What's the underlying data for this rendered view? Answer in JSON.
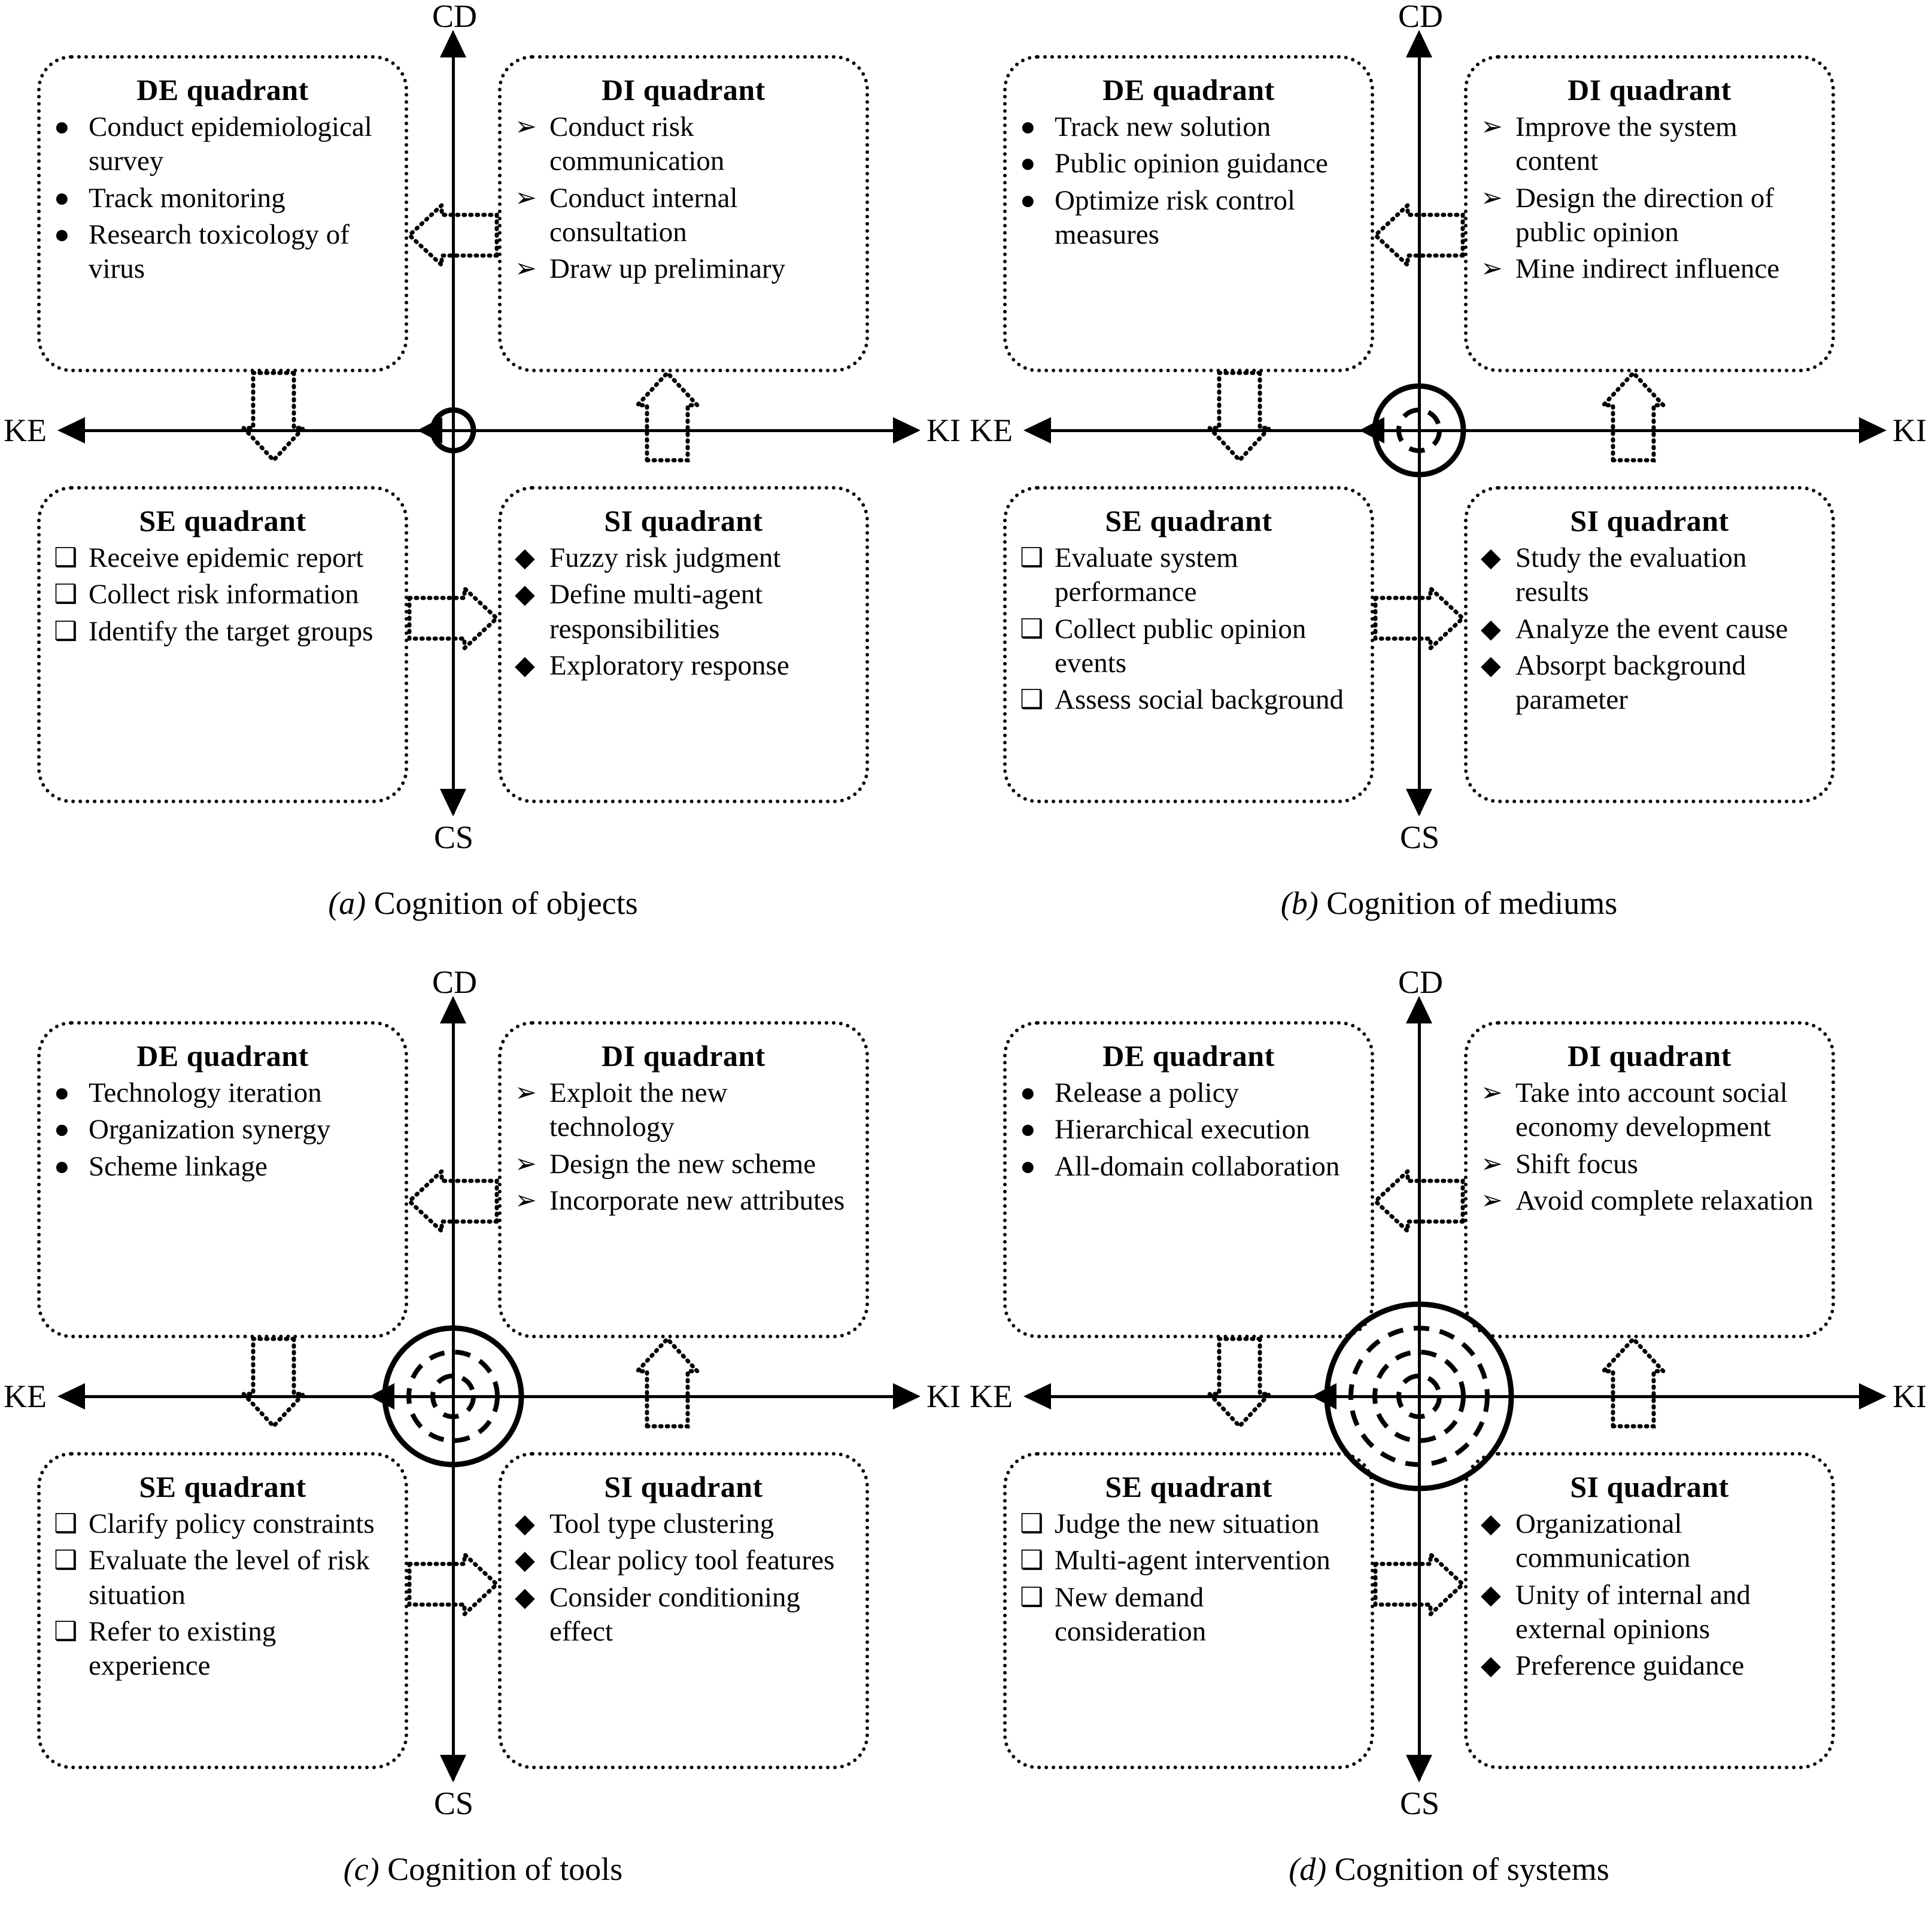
{
  "figure": {
    "axes": {
      "top": "CD",
      "bottom": "CS",
      "left": "KE",
      "right": "KI"
    },
    "quadrant_titles": {
      "de": "DE quadrant",
      "di": "DI quadrant",
      "se": "SE quadrant",
      "si": "SI quadrant"
    },
    "bullets": {
      "de": "●",
      "di": "➢",
      "se": "❑",
      "si": "◆"
    },
    "colors": {
      "stroke": "#000000",
      "background": "#ffffff"
    }
  },
  "panels": [
    {
      "key": "a",
      "caption_index": "(a)",
      "caption_text": " Cognition of objects",
      "origin_rings": 1,
      "quadrants": {
        "de": {
          "title": "DE quadrant",
          "items": [
            "Conduct epidemiological survey",
            "Track monitoring",
            "Research toxicology of virus"
          ]
        },
        "di": {
          "title": "DI quadrant",
          "items": [
            "Conduct risk communication",
            "Conduct internal consultation",
            "Draw up preliminary"
          ]
        },
        "se": {
          "title": "SE quadrant",
          "items": [
            "Receive epidemic report",
            "Collect risk information",
            "Identify the target groups"
          ]
        },
        "si": {
          "title": "SI quadrant",
          "items": [
            "Fuzzy risk judgment",
            "Define multi-agent responsibilities",
            "Exploratory response"
          ]
        }
      }
    },
    {
      "key": "b",
      "caption_index": "(b)",
      "caption_text": " Cognition of mediums",
      "origin_rings": 2,
      "quadrants": {
        "de": {
          "title": "DE quadrant",
          "items": [
            "Track new solution",
            "Public opinion guidance",
            "Optimize risk control measures"
          ]
        },
        "di": {
          "title": "DI quadrant",
          "items": [
            "Improve the system content",
            "Design the direction of public opinion",
            "Mine indirect influence"
          ]
        },
        "se": {
          "title": "SE quadrant",
          "items": [
            "Evaluate system performance",
            "Collect public opinion events",
            "Assess social background"
          ]
        },
        "si": {
          "title": "SI quadrant",
          "items": [
            "Study the evaluation results",
            "Analyze the event cause",
            "Absorpt background parameter"
          ]
        }
      }
    },
    {
      "key": "c",
      "caption_index": "(c)",
      "caption_text": " Cognition of tools",
      "origin_rings": 3,
      "quadrants": {
        "de": {
          "title": "DE quadrant",
          "items": [
            "Technology iteration",
            "Organization synergy",
            "Scheme linkage"
          ]
        },
        "di": {
          "title": "DI quadrant",
          "items": [
            "Exploit the new technology",
            "Design the new scheme",
            "Incorporate new attributes"
          ]
        },
        "se": {
          "title": "SE quadrant",
          "items": [
            "Clarify policy constraints",
            "Evaluate the level of risk situation",
            "Refer to existing experience"
          ]
        },
        "si": {
          "title": "SI quadrant",
          "items": [
            "Tool type clustering",
            "Clear policy tool features",
            "Consider conditioning effect"
          ]
        }
      }
    },
    {
      "key": "d",
      "caption_index": "(d)",
      "caption_text": " Cognition of systems",
      "origin_rings": 4,
      "quadrants": {
        "de": {
          "title": "DE quadrant",
          "items": [
            "Release a policy",
            "Hierarchical execution",
            "All-domain collaboration"
          ]
        },
        "di": {
          "title": "DI quadrant",
          "items": [
            "Take into account social economy development",
            "Shift focus",
            "Avoid complete relaxation"
          ]
        },
        "se": {
          "title": "SE quadrant",
          "items": [
            "Judge the new situation",
            "Multi-agent intervention",
            "New demand consideration"
          ]
        },
        "si": {
          "title": "SI quadrant",
          "items": [
            "Organizational communication",
            "Unity of internal and external opinions",
            "Preference guidance"
          ]
        }
      }
    }
  ]
}
